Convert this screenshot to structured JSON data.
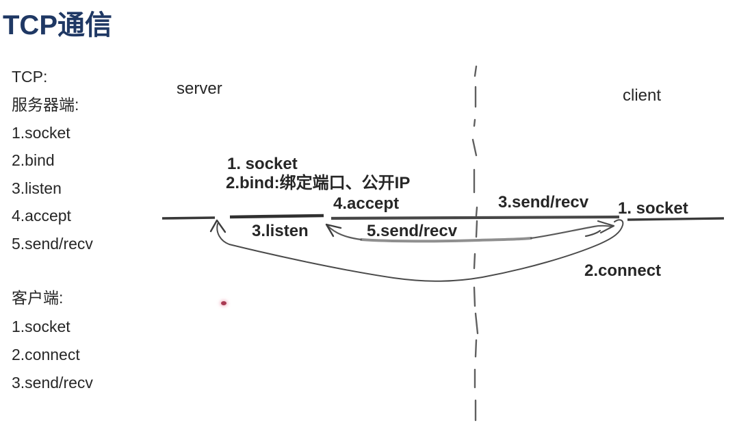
{
  "title": "TCP通信",
  "sidebar": {
    "tcp_heading": "TCP:",
    "server_heading": "服务器端:",
    "server_steps": [
      "1.socket",
      "2.bind",
      "3.listen",
      "4.accept",
      "5.send/recv"
    ],
    "client_heading": "客户端:",
    "client_steps": [
      "1.socket",
      "2.connect",
      "3.send/recv"
    ]
  },
  "diagram": {
    "server_label": "server",
    "client_label": "client",
    "server_socket_label": "1. socket",
    "server_bind_label": "2.bind:绑定端口、公开IP",
    "server_accept_label": "4.accept",
    "server_listen_label": "3.listen",
    "server_sendrecv_label": "5.send/recv",
    "client_sendrecv_label": "3.send/recv",
    "client_socket_label": "1. socket",
    "client_connect_label": "2.connect"
  },
  "colors": {
    "title": "#1f3864",
    "text": "#262626",
    "line_dark": "#3f3f3f",
    "line_gray": "#8f8f8f",
    "dashed_divider": "#5f5f5f",
    "red_dot": "#a93a52",
    "background": "#ffffff"
  }
}
